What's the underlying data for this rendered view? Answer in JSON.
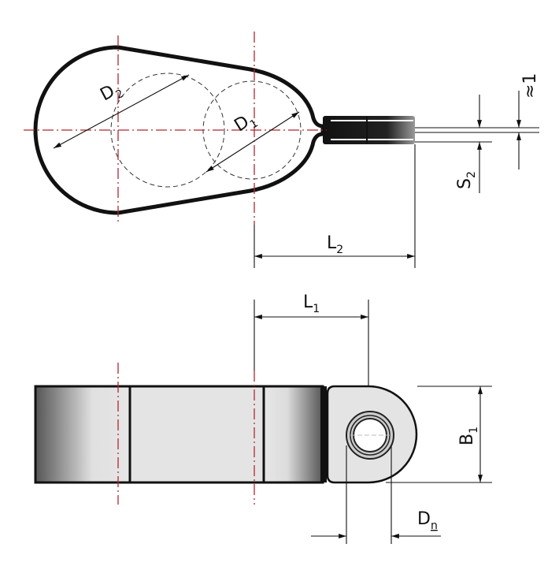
{
  "drawing": {
    "labels": {
      "D2": {
        "main": "D",
        "sub": "2"
      },
      "D1": {
        "main": "D",
        "sub": "1"
      },
      "L2": {
        "main": "L",
        "sub": "2"
      },
      "L1": {
        "main": "L",
        "sub": "1"
      },
      "S2": {
        "main": "S",
        "sub": "2"
      },
      "approx1": "≈1",
      "B1": {
        "main": "B",
        "sub": "1"
      },
      "Dn": {
        "main": "D",
        "sub": "n"
      }
    },
    "colors": {
      "centerline": "#b0282e",
      "outline": "#111111",
      "fill": "#e2e2e2"
    }
  }
}
